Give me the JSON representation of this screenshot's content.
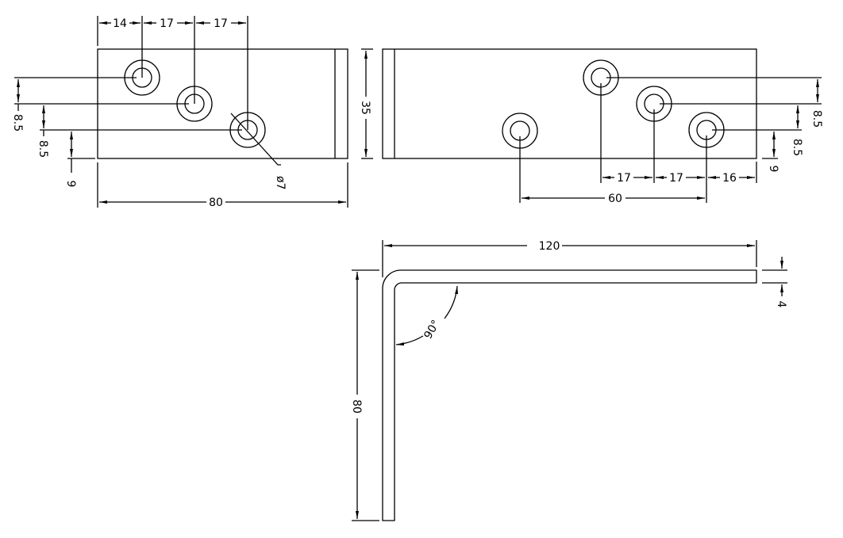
{
  "drawing": {
    "front_view": {
      "hole_spacing": [
        "14",
        "17",
        "17"
      ],
      "vertical_offsets": [
        "8.5",
        "8.5",
        "9"
      ],
      "width": "80",
      "hole_diameter": "ø7"
    },
    "side_view": {
      "height": "35",
      "vertical_offsets": [
        "8.5",
        "8.5",
        "9"
      ],
      "hole_spacing": [
        "17",
        "17",
        "16"
      ],
      "overall_spacing": "60"
    },
    "profile_view": {
      "length": "120",
      "height": "80",
      "thickness": "4",
      "angle": "90°"
    }
  }
}
